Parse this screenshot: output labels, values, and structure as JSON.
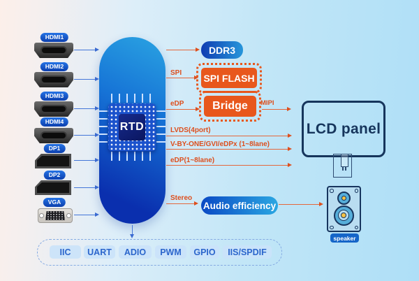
{
  "chip": {
    "label": "RTD"
  },
  "inputs": [
    {
      "label": "HDMI1"
    },
    {
      "label": "HDMI2"
    },
    {
      "label": "HDMI3"
    },
    {
      "label": "HDMI4"
    },
    {
      "label": "DP1"
    },
    {
      "label": "DP2"
    },
    {
      "label": "VGA"
    }
  ],
  "right": {
    "ddr3": "DDR3",
    "spi": "SPI",
    "spi_flash": "SPI FLASH",
    "edp": "eDP",
    "bridge": "Bridge",
    "mipi": "MIPI",
    "lvds": "LVDS(4port)",
    "vbyone": "V-BY-ONE/GVI/eDPx (1~8lane)",
    "edp_lane": "eDP(1~8lane)",
    "stereo": "Stereo",
    "audio": "Audio efficiency",
    "lcd": "LCD panel",
    "speaker": "speaker"
  },
  "bottom_interfaces": [
    "IIC",
    "UART",
    "ADIO",
    "PWM",
    "GPIO",
    "IIS/SPDIF"
  ],
  "colors": {
    "accent_orange": "#e8571c",
    "accent_blue": "#1565c8",
    "capsule_dark": "#0a2fae",
    "capsule_light": "#2aa3e2",
    "line_orange": "#e4673c",
    "line_blue": "#4376d8",
    "navy_outline": "#16355c"
  }
}
